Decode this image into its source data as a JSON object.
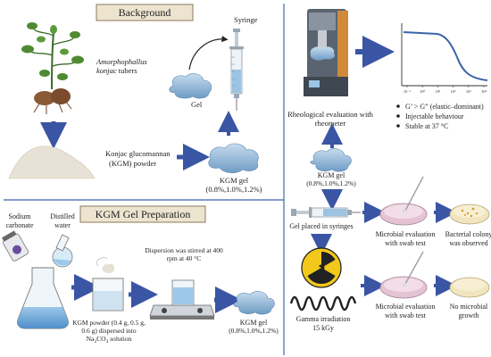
{
  "background_section": {
    "header": "Background",
    "plant_label_line1": "Amorphophallus",
    "plant_label_line2": "konjac",
    "plant_label_line3": "tubers",
    "powder_label_line1": "Konjac glucomannan",
    "powder_label_line2": "(KGM)  powder",
    "syringe_label": "Syringe",
    "gel_label": "Gel",
    "kgm_gel_label": "KGM gel",
    "kgm_gel_conc": "(0.8%,1.0%,1.2%)"
  },
  "prep_section": {
    "header": "KGM Gel Preparation",
    "sodium_line1": "Sodium",
    "sodium_line2": "carbonate",
    "water_line1": "Distilled",
    "water_line2": "water",
    "stir_line1": "Dispersion was stirred at 400",
    "stir_line2": "rpm at 40 °C",
    "powder_line1": "KGM powder (0.4 g, 0.5 g,",
    "powder_line2": "0.6 g) dispersed into",
    "powder_line3_a": "Na",
    "powder_line3_sub1": "2",
    "powder_line3_b": "CO",
    "powder_line3_sub2": "3",
    "powder_line3_c": " solution",
    "gel_label": "KGM gel",
    "gel_conc": "(0.8%,1.0%,1.2%)"
  },
  "right_section": {
    "rheo_line1": "Rheological evaluation with",
    "rheo_line2": "rheometer",
    "bullets": [
      "G’ > G” (elastic–dominant)",
      "Injectable behaviour",
      "Stable at 37 °C"
    ],
    "kgm_gel_label": "KGM gel",
    "kgm_gel_conc": "(0.8%,1.0%,1.2%)",
    "syringe_label": "Gel placed in syringes",
    "micro1_line1": "Microbial evaluation",
    "micro1_line2": "with swab test",
    "bact_line1": "Bacterial colony",
    "bact_line2": "was observed",
    "gamma_line1": "Gamma irradiation",
    "gamma_line2": "15 kGy",
    "micro2_line1": "Microbial evaluation",
    "micro2_line2": "with swab test",
    "nogrowth_line1": "No microbial",
    "nogrowth_line2": "growth"
  },
  "graph_ticks": [
    "10⁻¹",
    "10⁰",
    "10¹",
    "10²",
    "10³",
    "10⁴"
  ],
  "colors": {
    "arrow": "#3a55a4",
    "gel": "#8fb6d4",
    "header_bg": "#ede4d0",
    "curve": "#3a64a8",
    "divider": "#5b7db8"
  }
}
